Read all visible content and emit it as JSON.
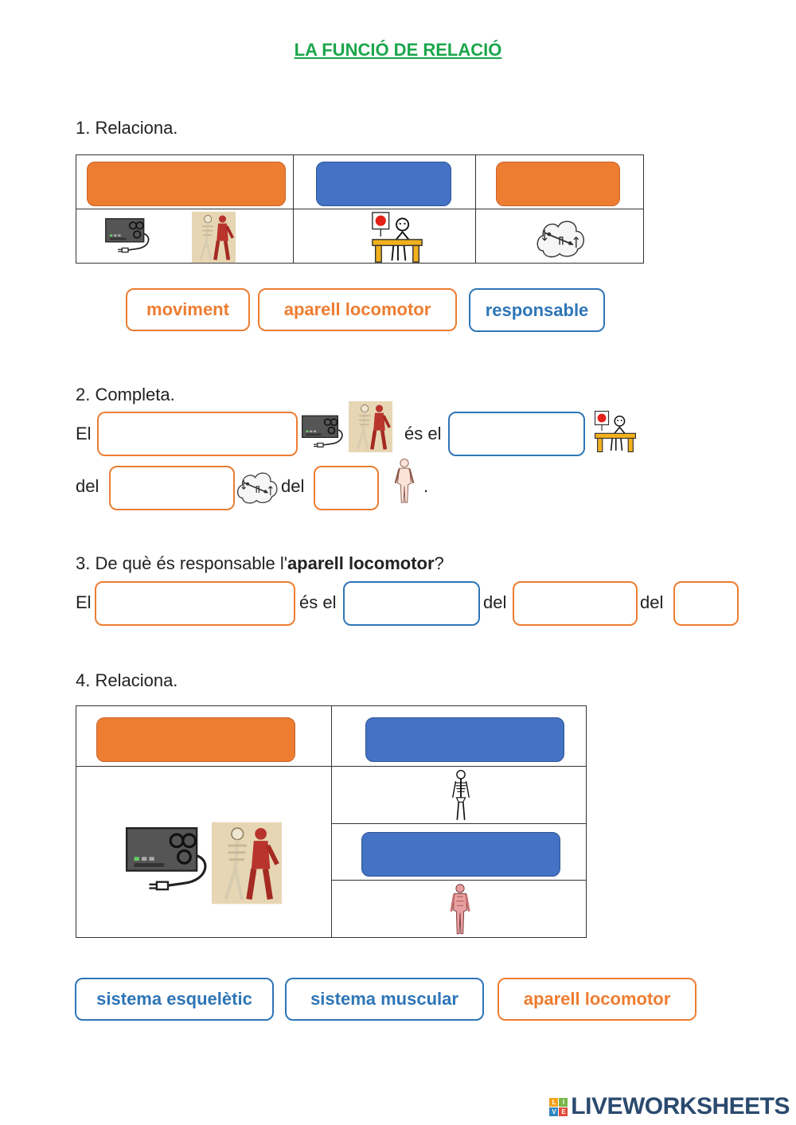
{
  "title": "LA FUNCIÓ DE RELACIÓ",
  "ex1": {
    "heading": "1. Relaciona.",
    "chips": [
      "moviment",
      "aparell locomotor",
      "responsable"
    ]
  },
  "ex2": {
    "heading": "2. Completa.",
    "w_el": "El",
    "w_es_el": "és el",
    "w_del1": "del",
    "w_del2": "del",
    "w_dot": "."
  },
  "ex3": {
    "heading_pre": "3. De què és responsable l'",
    "heading_bold": "aparell locomotor",
    "heading_post": "?",
    "w_el": "El",
    "w_es_el": "és el",
    "w_del1": "del",
    "w_del2": "del"
  },
  "ex4": {
    "heading": "4. Relaciona.",
    "chips": [
      "sistema esquelètic",
      "sistema muscular",
      "aparell locomotor"
    ]
  },
  "brand": {
    "logo_letters": [
      "L",
      "I",
      "V",
      "E"
    ],
    "name": "LIVEWORKSHEETS"
  },
  "colors": {
    "title_green": "#1aa64a",
    "orange": "#ed7d31",
    "blue": "#4472c4",
    "chip_blue": "#2e75b6"
  }
}
